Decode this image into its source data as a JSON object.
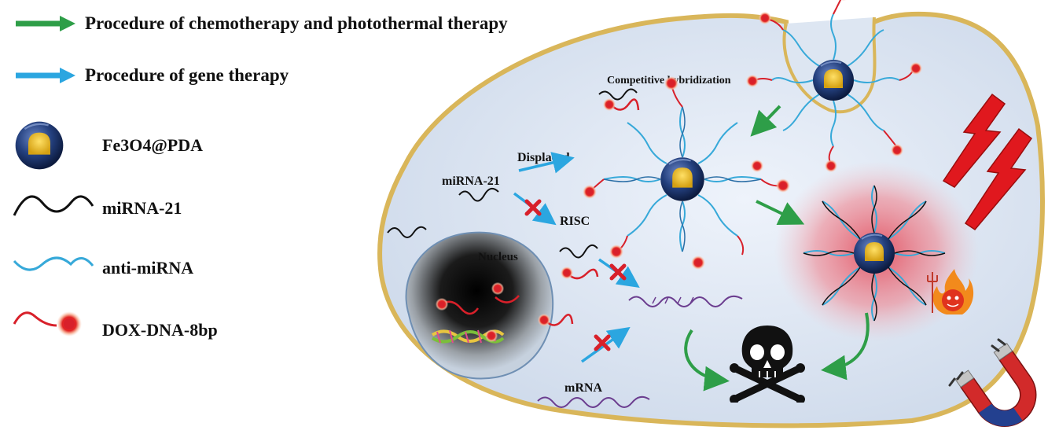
{
  "legend": {
    "green_arrow_label": "Procedure of chemotherapy and photothermal therapy",
    "blue_arrow_label": "Procedure of gene therapy",
    "nanoparticle_label": "Fe3O4@PDA",
    "mirna_label": "miRNA-21",
    "anti_mirna_label": "anti-miRNA",
    "dox_dna_label": "DOX-DNA-8bp"
  },
  "cell": {
    "competitive_label": "Competitive hybridization",
    "displaced_label": "Displaced",
    "mirna_label": "miRNA-21",
    "risc_label": "RISC",
    "nucleus_label": "Nucleus",
    "mrna_label": "mRNA"
  },
  "colors": {
    "green_arrow": "#2e9e48",
    "blue_arrow": "#2ba6e0",
    "membrane": "#d9b65a",
    "cytoplasm": "#d6e1f0",
    "anti_mirna": "#37a9d9",
    "dox": "#d8202a",
    "mirna": "#111111",
    "mrna": "#6b3d8f",
    "laser": "#e0181e",
    "magnet_red": "#d22a2a",
    "magnet_blue": "#23408f"
  },
  "icons": {
    "nanoparticle": "fe3o4-pda-nanoparticle-icon",
    "skull": "skull-crossbones-icon",
    "magnet": "horseshoe-magnet-icon",
    "laser": "laser-bolt-icon",
    "devil": "heat-devil-icon",
    "block": "red-x-block-icon"
  }
}
